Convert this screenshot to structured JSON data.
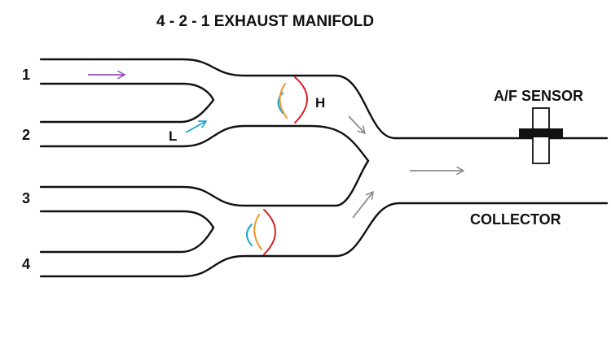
{
  "title": "4 - 2 - 1 EXHAUST MANIFOLD",
  "ports": [
    "1",
    "2",
    "3",
    "4"
  ],
  "labels": {
    "high": "H",
    "low": "L",
    "sensor": "A/F SENSOR",
    "collector": "COLLECTOR"
  },
  "colors": {
    "pipe": "#111111",
    "flow_arrow_inlet": "#9b4fb5",
    "flow_arrow_low": "#1aa3d9",
    "flow_arrow_merge": "#8c8c8c",
    "pulse_blue": "#1aa3d9",
    "pulse_orange": "#f0962a",
    "pulse_red": "#d61f26",
    "sensor_body": "#111111"
  }
}
